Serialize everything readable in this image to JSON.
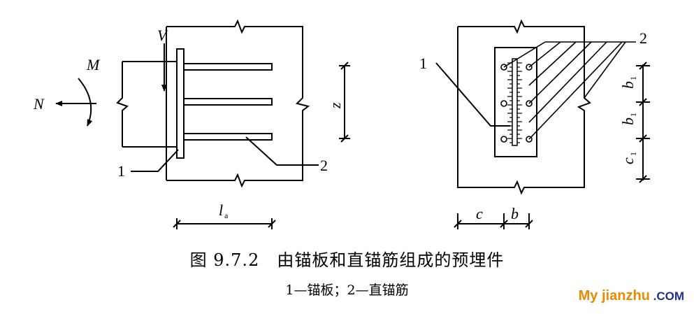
{
  "figure": {
    "caption_main": "图 9.7.2　由锚板和直锚筋组成的预埋件",
    "caption_sub": "1—锚板；2—直锚筋"
  },
  "left_view": {
    "labels": {
      "moment": "M",
      "normal_force": "N",
      "shear": "V",
      "lever_arm": "z",
      "plate_ref": "1",
      "bar_ref": "2",
      "anchor_len_main": "l",
      "anchor_len_sub": "a"
    }
  },
  "right_view": {
    "labels": {
      "plate_ref": "1",
      "bar_ref": "2",
      "edge_c": "c",
      "spacing_b": "b",
      "spacing_b1_main": "b",
      "spacing_b1_sub": "1",
      "edge_c1_main": "c",
      "edge_c1_sub": "1"
    }
  },
  "watermark": {
    "my": "My",
    "site": " jianzhu",
    "com": " .COM",
    "colors": {
      "orange": "#e98a00",
      "blue": "#1f2f8a"
    }
  }
}
